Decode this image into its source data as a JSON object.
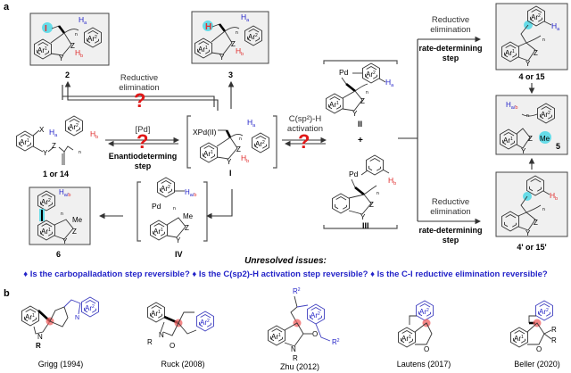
{
  "panel_a": {
    "label": "a",
    "compound_2": {
      "label": "2",
      "atom": "I",
      "ha": "H",
      "ha_sub": "a",
      "hb": "H",
      "hb_sub": "b",
      "ar1": "Ar",
      "ar1_sup": "1",
      "ar2": "Ar",
      "ar2_sup": "2",
      "z": "Z",
      "y": "Y",
      "n": "n"
    },
    "compound_3": {
      "label": "3",
      "atom": "H",
      "ha": "H",
      "ha_sub": "a",
      "hb": "H",
      "hb_sub": "b",
      "ar1": "Ar",
      "ar1_sup": "1",
      "ar2": "Ar",
      "ar2_sup": "2",
      "z": "Z",
      "y": "Y",
      "n": "n"
    },
    "reductive_elimination_top": {
      "line1": "Reductive",
      "line2": "elimination",
      "mark": "?"
    },
    "start_material": {
      "label": "1 or 14",
      "x": "X",
      "ha": "H",
      "ha_sub": "a",
      "hb": "H",
      "hb_sub": "b",
      "ar1": "Ar",
      "ar1_sup": "1",
      "ar2": "Ar",
      "ar2_sup": "2",
      "z": "Z",
      "y": "Y",
      "n": "n"
    },
    "carbopalladation": {
      "catalyst": "[Pd]",
      "mark": "?",
      "line1": "Enantiodeterming",
      "line2": "step"
    },
    "intermediate_I": {
      "label": "I",
      "pd": "XPd(II)",
      "ha": "H",
      "ha_sub": "a",
      "hb": "H",
      "hb_sub": "b",
      "ar1": "Ar",
      "ar1_sup": "1",
      "ar2": "Ar",
      "ar2_sup": "2",
      "z": "Z",
      "y": "Y",
      "n": "n"
    },
    "ch_activation": {
      "line1": "C(sp²)-H",
      "line2": "activation",
      "mark": "?"
    },
    "intermediate_II": {
      "label": "II",
      "pd": "Pd",
      "ha": "H",
      "ha_sub": "a",
      "ar1": "Ar",
      "ar1_sup": "1",
      "ar2": "Ar",
      "ar2_sup": "2",
      "z": "Z",
      "y": "Y",
      "n": "n"
    },
    "plus": "+",
    "intermediate_III": {
      "label": "III",
      "pd": "Pd",
      "hb": "H",
      "hb_sub": "b",
      "z": "Z",
      "y": "Y",
      "n": "n"
    },
    "intermediate_IV": {
      "label": "IV",
      "pd": "Pd",
      "hab": "H",
      "hab_sub_a": "a/",
      "hab_sub_b": "b",
      "me": "Me",
      "ar1": "Ar",
      "ar1_sup": "1",
      "ar2": "Ar",
      "ar2_sup": "2",
      "z": "Z",
      "y": "Y",
      "n": "n"
    },
    "compound_6": {
      "label": "6",
      "hab": "H",
      "hab_sub_a": "a/",
      "hab_sub_b": "b",
      "me": "Me",
      "ar1": "Ar",
      "ar1_sup": "1",
      "ar2": "Ar",
      "ar2_sup": "2",
      "z": "Z",
      "y": "Y",
      "n": "n"
    },
    "re_upper": {
      "line1": "Reductive",
      "line2": "elimination",
      "rds1": "rate-determining",
      "rds2": "step"
    },
    "re_lower": {
      "line1": "Reductive",
      "line2": "elimination",
      "rds1": "rate-determining",
      "rds2": "step"
    },
    "compound_4": {
      "label": "4 or 15",
      "ha": "H",
      "ha_sub": "a",
      "ar1": "Ar",
      "ar1_sup": "1",
      "ar2": "Ar",
      "ar2_sup": "2",
      "z": "Z",
      "y": "Y",
      "n": "n"
    },
    "compound_5": {
      "label": "5",
      "hab": "H",
      "hab_sub_a": "a/",
      "hab_sub_b": "b",
      "me": "Me",
      "ar1": "Ar",
      "ar1_sup": "1",
      "ar2": "Ar",
      "ar2_sup": "2",
      "z": "Z",
      "y": "Y",
      "n": "n"
    },
    "compound_4p": {
      "label": "4' or 15'",
      "hb": "H",
      "hb_sub": "b",
      "z": "Z",
      "y": "Y",
      "n": "n"
    },
    "unresolved": {
      "title": "Unresolved issues:",
      "bullet": "♦",
      "issues": [
        "Is the carbopalladation step reversible?",
        "Is the C(sp2)-H activation step reversible?",
        "Is the C-I reductive elimination reversible?"
      ]
    }
  },
  "panel_b": {
    "label": "b",
    "examples": [
      {
        "name": "Grigg (1994)",
        "ar1": "Ar",
        "ar1_sup": "1",
        "ar2": "Ar",
        "ar2_sup": "2",
        "n1": "N",
        "n2": "N",
        "r": "R"
      },
      {
        "name": "Ruck (2008)",
        "ar1": "Ar",
        "ar1_sup": "1",
        "ar2": "Ar",
        "ar2_sup": "2",
        "n": "N",
        "r": "R",
        "o": "O"
      },
      {
        "name": "Zhu (2012)",
        "ar1": "Ar",
        "ar1_sup": "1",
        "ar2": "Ar",
        "ar2_sup": "2",
        "r2": "R",
        "r2_sup": "2",
        "n": "N",
        "r": "R",
        "o": "O"
      },
      {
        "name": "Lautens (2017)",
        "ar1": "Ar",
        "ar1_sup": "1",
        "ar2": "Ar",
        "ar2_sup": "2",
        "o": "O"
      },
      {
        "name": "Beller (2020)",
        "ar1": "Ar",
        "ar1_sup": "1",
        "ar2": "Ar",
        "ar2_sup": "2",
        "o": "O",
        "r": "R"
      }
    ]
  },
  "colors": {
    "highlight": "#38d6e6",
    "question": "#e01818",
    "ha": "#2323c8",
    "hb": "#e03030",
    "issues": "#2323c8",
    "spiro": "#f06060"
  }
}
